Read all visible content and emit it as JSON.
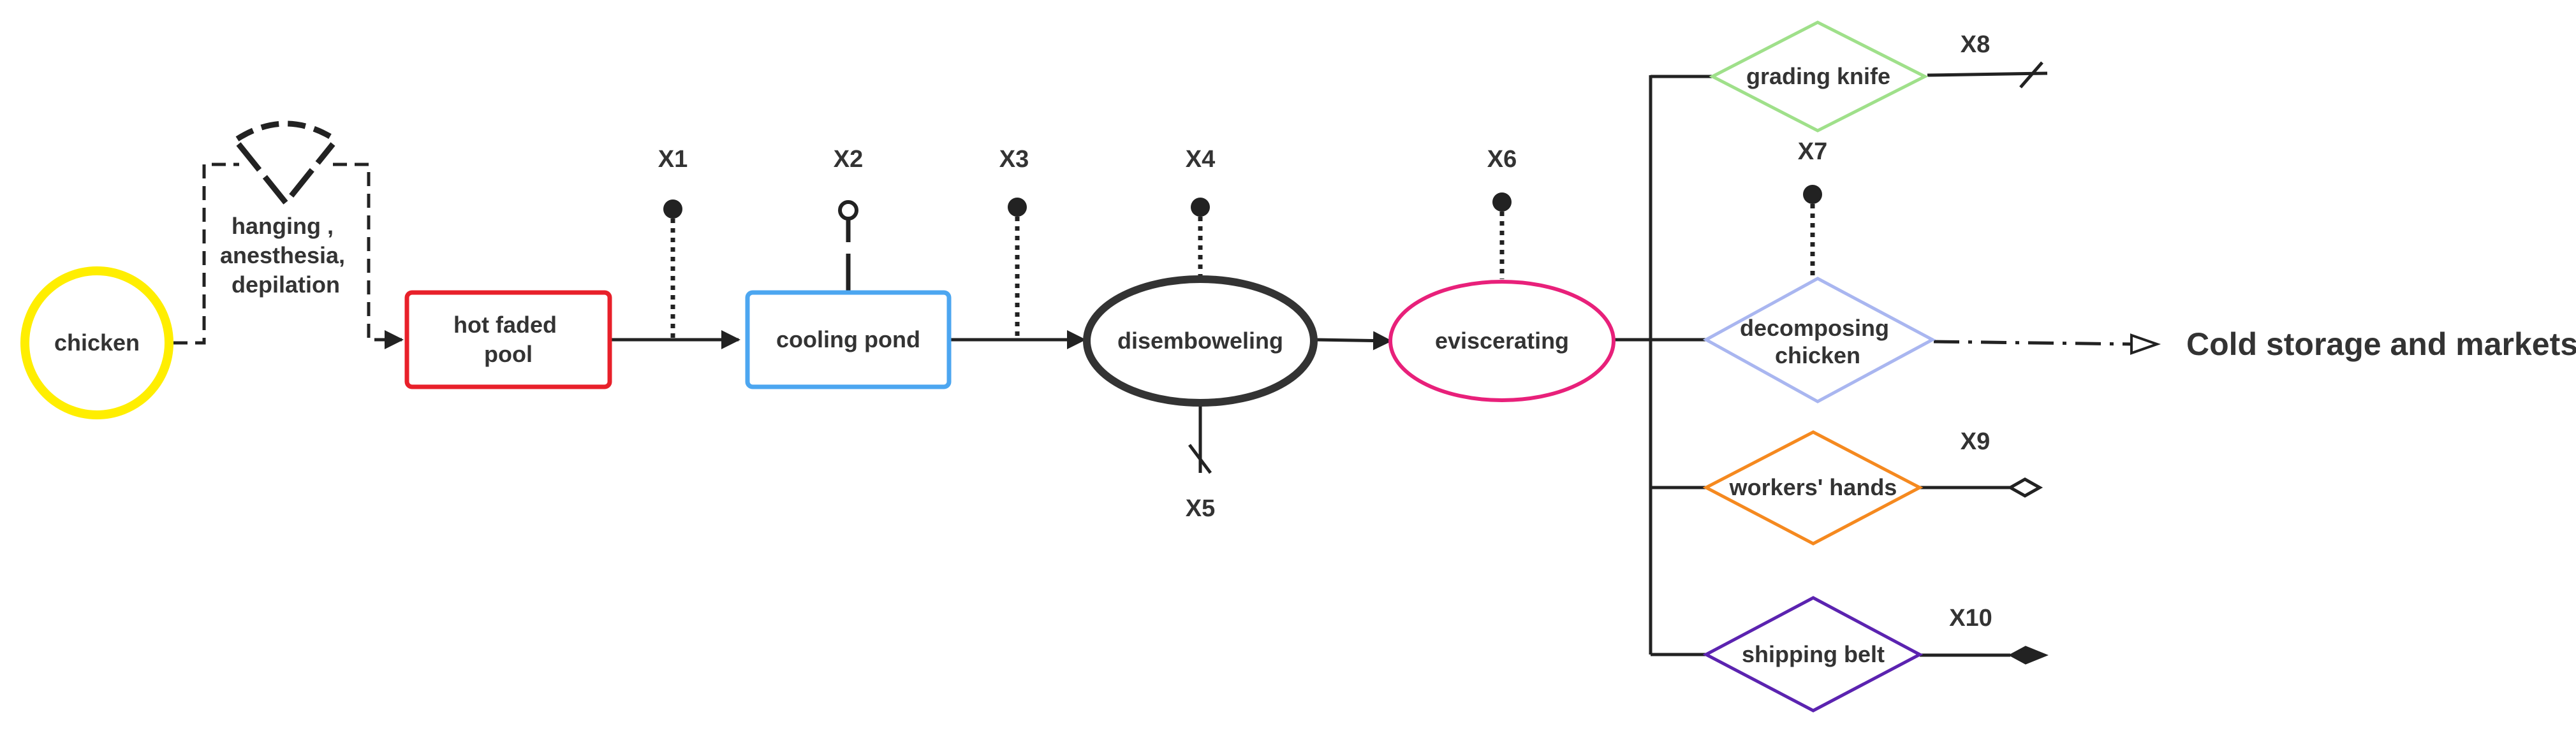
{
  "nodes": {
    "chicken": "chicken",
    "hanging": [
      "hanging ,",
      "anesthesia,",
      "depilation"
    ],
    "hot_faded_pool": [
      "hot faded",
      "pool"
    ],
    "cooling_pond": "cooling pond",
    "disemboweling": "disemboweling",
    "eviscerating": "eviscerating",
    "grading_knife": "grading knife",
    "decomposing_chicken": [
      "decomposing",
      "chicken"
    ],
    "workers_hands": "workers' hands",
    "shipping_belt": "shipping belt"
  },
  "points": {
    "x1": "X1",
    "x2": "X2",
    "x3": "X3",
    "x4": "X4",
    "x5": "X5",
    "x6": "X6",
    "x7": "X7",
    "x8": "X8",
    "x9": "X9",
    "x10": "X10"
  },
  "output": "Cold storage and markets",
  "colors": {
    "chicken": "#FFEE00",
    "hot_faded_pool": "#E8202A",
    "cooling_pond": "#4CA6F0",
    "disemboweling": "#333333",
    "eviscerating": "#E8207A",
    "grading_knife": "#9FE08A",
    "decomposing_chicken": "#A9B6F0",
    "workers_hands": "#F5891F",
    "shipping_belt": "#5B23B0",
    "line": "#222222"
  }
}
